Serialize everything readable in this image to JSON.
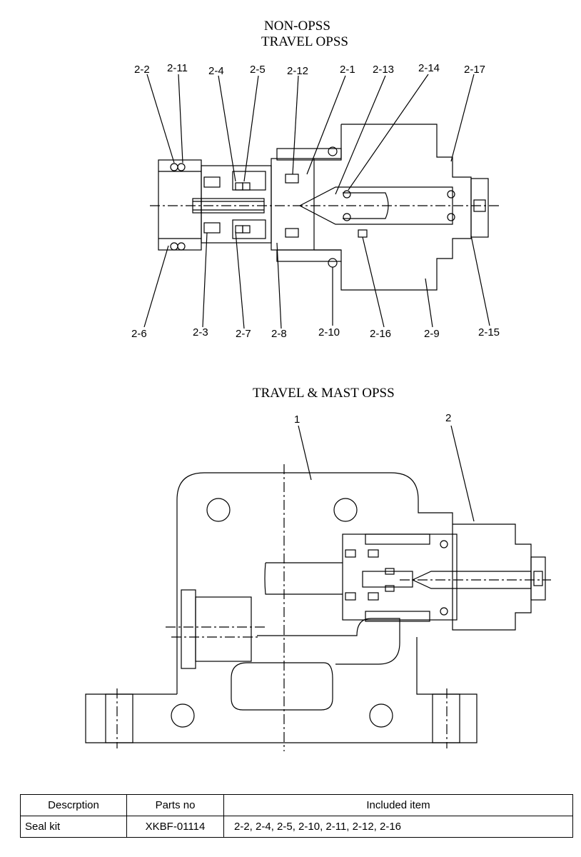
{
  "titles": {
    "top_line1": "NON-OPSS",
    "top_line2": "TRAVEL OPSS",
    "bottom": "TRAVEL & MAST OPSS"
  },
  "callouts_top": [
    "2-2",
    "2-11",
    "2-4",
    "2-5",
    "2-12",
    "2-1",
    "2-13",
    "2-14",
    "2-17"
  ],
  "callouts_bottom": [
    "2-6",
    "2-3",
    "2-7",
    "2-8",
    "2-10",
    "2-16",
    "2-9",
    "2-15"
  ],
  "callouts_assembly": [
    "1",
    "2"
  ],
  "table": {
    "headers": [
      "Descrption",
      "Parts no",
      "Included item"
    ],
    "rows": [
      [
        "Seal kit",
        "XKBF-01114",
        "2-2, 2-4, 2-5, 2-10, 2-11, 2-12, 2-16"
      ]
    ]
  }
}
